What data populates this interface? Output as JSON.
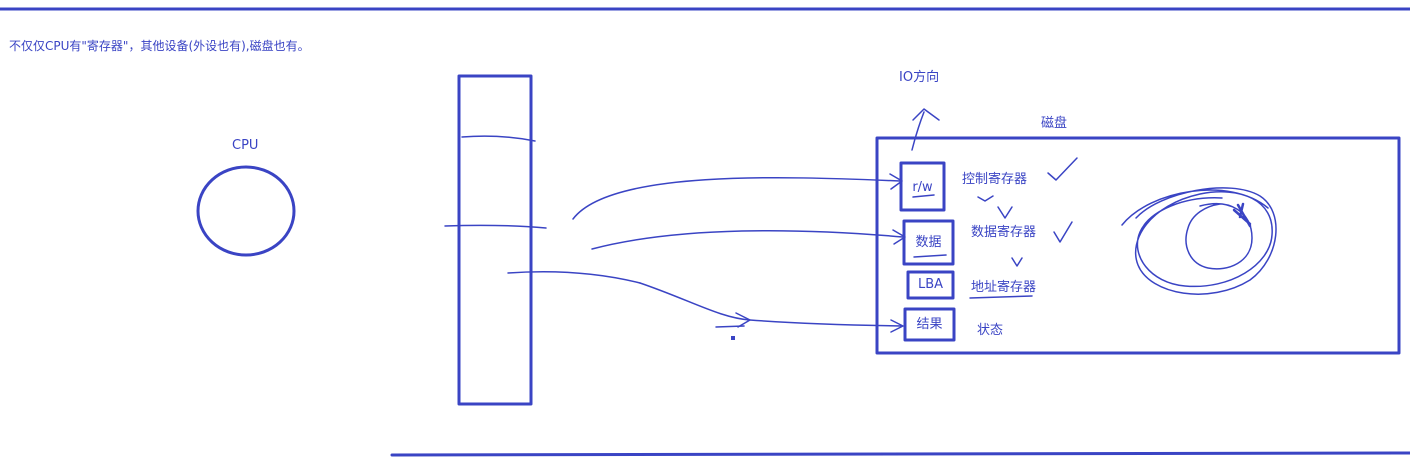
{
  "note": "不仅仅CPU有\"寄存器\"，其他设备(外设也有),磁盘也有。",
  "cpu_label": "CPU",
  "io_direction": "IO方向",
  "disk_label": "磁盘",
  "ports": {
    "rw": "r/w",
    "data": "数据",
    "lba": "LBA",
    "result": "结果"
  },
  "registers": {
    "control": "控制寄存器",
    "data": "数据寄存器",
    "address": "地址寄存器",
    "status": "状态"
  },
  "ink_color": "#3a44c4"
}
